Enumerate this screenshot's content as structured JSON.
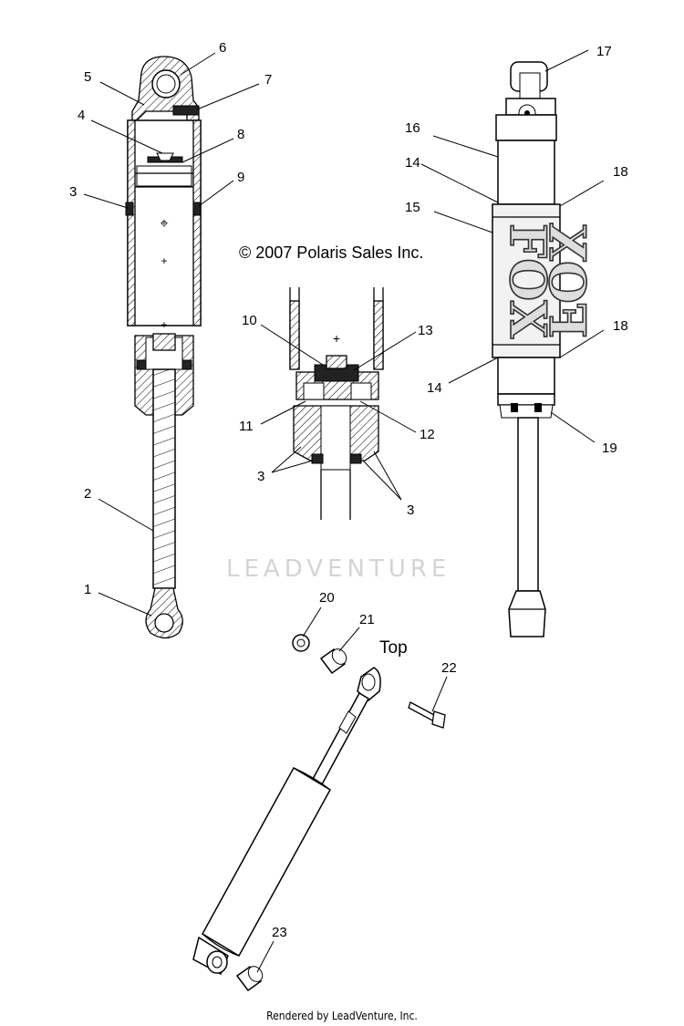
{
  "copyright": "© 2007 Polaris Sales Inc.",
  "watermark": "LEADVENTURE",
  "top_label": "Top",
  "footer": "Rendered by LeadVenture, Inc.",
  "brand_mark": "FOX",
  "callouts": {
    "c1": "1",
    "c2": "2",
    "c3a": "3",
    "c3b": "3",
    "c3c": "3",
    "c4": "4",
    "c5": "5",
    "c6": "6",
    "c7": "7",
    "c8": "8",
    "c9": "9",
    "c10": "10",
    "c11": "11",
    "c12": "12",
    "c13": "13",
    "c14a": "14",
    "c14b": "14",
    "c15": "15",
    "c16": "16",
    "c17": "17",
    "c18a": "18",
    "c18b": "18",
    "c19": "19",
    "c20": "20",
    "c21": "21",
    "c22": "22",
    "c23": "23"
  }
}
